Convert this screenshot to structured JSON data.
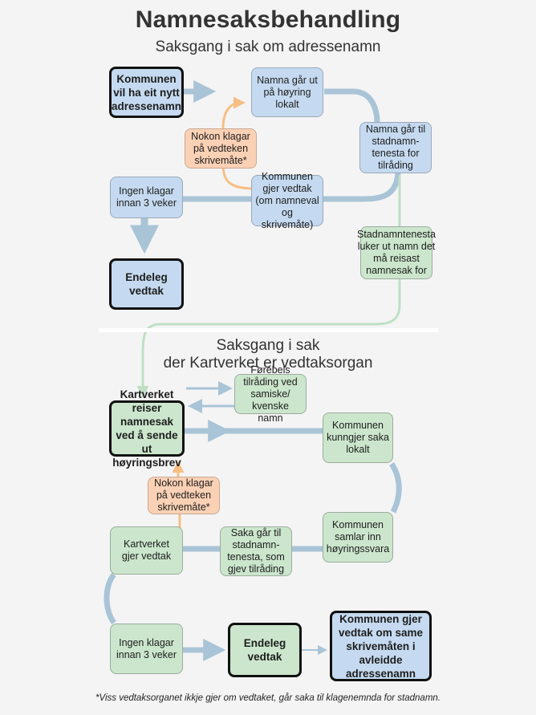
{
  "header": {
    "title": "Namnesaksbehandling",
    "subtitle_top": "Saksgang i sak om adressenamn",
    "subtitle_bottom_line1": "Saksgang i sak",
    "subtitle_bottom_line2": "der Kartverket er vedtaksorgan"
  },
  "boxes": {
    "b1": "Kommunen vil ha eit nytt adressenamn",
    "b2": "Namna går ut på høyring lokalt",
    "b3": "Namna går til stadnamn-tenesta for tilråding",
    "b4": "Nokon klagar på vedteken skrivemåte*",
    "b5": "Kommunen gjer vedtak (om namneval og skrivemåte)",
    "b6": "Ingen klagar innan 3 veker",
    "b7": "Endeleg vedtak",
    "b8": "Stadnamntenesta luker ut namn det må reisast namnesak for",
    "c1": "Kartverket reiser namnesak ved å sende ut høyringsbrev",
    "c2": "Førebels tilråding ved samiske/ kvenske namn",
    "c3": "Kommunen kunngjer saka lokalt",
    "c4": "Nokon klagar på vedteken skrivemåte*",
    "c5": "Kommunen samlar inn høyringssvara",
    "c6": "Saka går til stadnamn-tenesta, som gjev tilråding",
    "c7": "Kartverket gjer vedtak",
    "c8": "Ingen klagar innan 3 veker",
    "c9": "Endeleg vedtak",
    "c10": "Kommunen gjer vedtak om same skrivemåten i avleidde adressenamn"
  },
  "footnote": "*Viss vedtaksorganet ikkje gjer om vedtaket, går saka til klagenemnda for stadnamn.",
  "colors": {
    "flow_blue": "#a9c4d6",
    "flow_orange": "#f7bf84",
    "flow_green": "#bfe0c4",
    "box_blue": "#c5daf0",
    "box_green": "#cbe6cc",
    "box_orange": "#fbd1b5"
  }
}
